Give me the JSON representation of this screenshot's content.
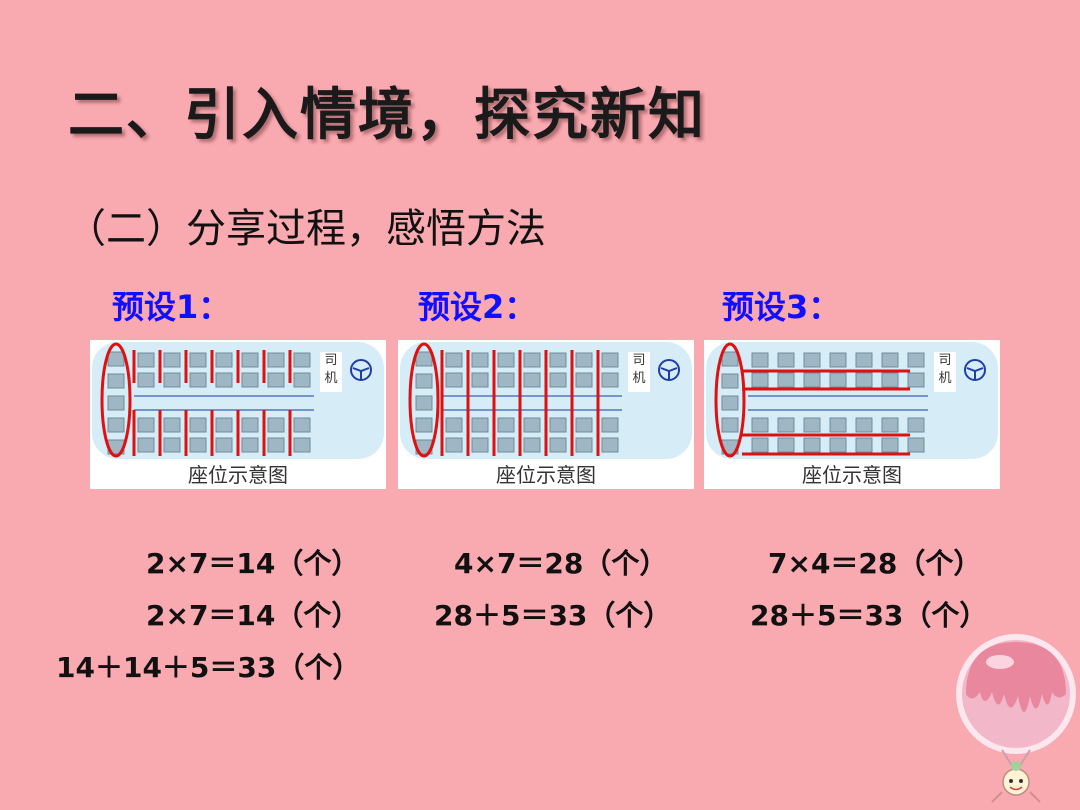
{
  "title": "二、引入情境，探究新知",
  "subtitle": "（二）分享过程，感悟方法",
  "presets": [
    {
      "label": "预设1：",
      "caption": "座位示意图",
      "driver": "司机",
      "equations": [
        "2×7＝14（个）",
        "2×7＝14（个）",
        "14＋14＋5＝33（个）"
      ]
    },
    {
      "label": "预设2：",
      "caption": "座位示意图",
      "driver": "司机",
      "equations": [
        "4×7＝28（个）",
        "28＋5＝33（个）"
      ]
    },
    {
      "label": "预设3：",
      "caption": "座位示意图",
      "driver": "司机",
      "equations": [
        "7×4＝28（个）",
        "28＋5＝33（个）"
      ]
    }
  ],
  "colors": {
    "background": "#f9a9b0",
    "preset_label": "#1010ff",
    "bus_body": "#d6ecf7",
    "seat": "#9fb7c4",
    "highlight": "#e01010"
  },
  "icons": [
    "steering-wheel-icon",
    "balloon-mascot"
  ]
}
